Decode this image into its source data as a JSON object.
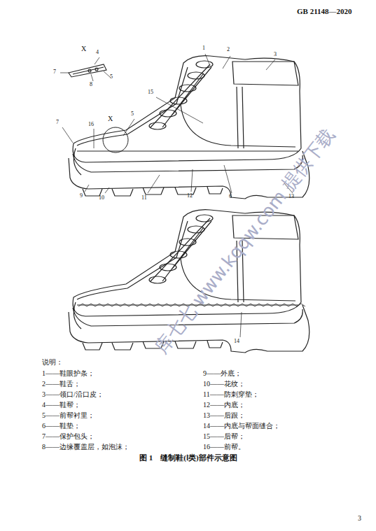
{
  "diagram": {
    "caption": "图 1　缝制鞋(Ⅰ类)部件示意图",
    "labels": [
      "GB 21148—2020",
      "X",
      "4",
      "7",
      "8",
      "5",
      "1",
      "2",
      "3",
      "15",
      "5",
      "X",
      "7",
      "16",
      "9",
      "10",
      "11",
      "12",
      "6",
      "13",
      "14",
      "说明：",
      "1——鞋眼护条；",
      "2——鞋舌；",
      "3——领口/沿口皮；",
      "4——鞋帮；",
      "5——前帮衬里；",
      "6——鞋垫；",
      "7——保护包头；",
      "8——边缘覆盖层，如泡沫；",
      "9——外底；",
      "10——花纹；",
      "11——防刺穿垫；",
      "12——内底；",
      "13——后跟；",
      "14——内底与帮面缝合；",
      "15——后帮；",
      "16——前帮。",
      "3",
      "库七七 www.kqqw.com 提供下载"
    ]
  }
}
